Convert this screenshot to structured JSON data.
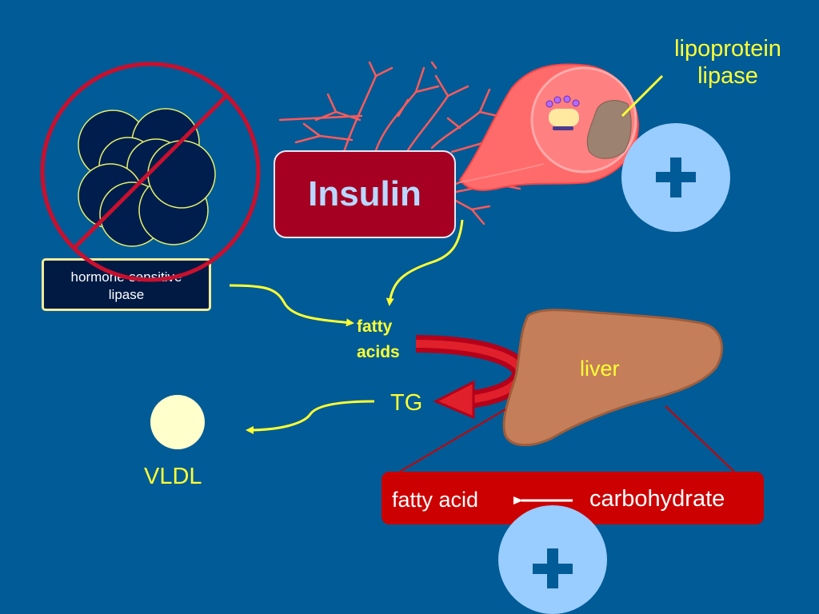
{
  "labels": {
    "insulin": "Insulin",
    "lipoprotein_lipase_line1": "lipoprotein",
    "lipoprotein_lipase_line2": "lipase",
    "hormone_sensitive_lipase_line1": "hormone-sensitive",
    "hormone_sensitive_lipase_line2": "lipase",
    "fatty_acids_line1": "fatty",
    "fatty_acids_line2": "acids",
    "liver": "liver",
    "tg": "TG",
    "vldl": "VLDL",
    "fatty_acid": "fatty acid",
    "carbohydrate": "carbohydrate",
    "plus_top": "+",
    "plus_bottom": "+"
  },
  "colors": {
    "background": "#005b96",
    "insulin_box": "#a50022",
    "insulin_text": "#b8d8ff",
    "yellow_text": "#ffff33",
    "red_ring": "#c8102e",
    "plus_circle": "#99ccff",
    "plus_sign": "#005b96",
    "liver": "#c47f5a",
    "conversion_box": "#cc0000",
    "vldl_particle": "#ffffcc"
  },
  "icons": {
    "adipocyte_cluster": "fat-cell-cluster-icon",
    "prohibition": "prohibition-icon",
    "capillary_network": "blood-vessel-icon",
    "endothelial_cell": "endothelial-cell-icon",
    "liver": "liver-icon",
    "vldl": "vldl-particle-icon"
  }
}
